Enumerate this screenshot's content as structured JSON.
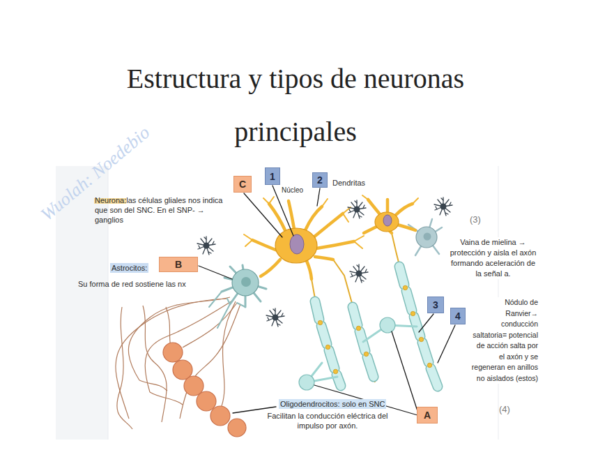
{
  "diagram": {
    "title": "Estructura y tipos de neuronas principales",
    "nodes": [
      {
        "text": [
          "1"
        ]
      },
      {
        "text": [
          "2"
        ]
      },
      {
        "text": [
          "C"
        ]
      },
      {
        "text": [
          "B"
        ]
      },
      {
        "text": [
          "3"
        ]
      },
      {
        "text": [
          "4"
        ]
      },
      {
        "text": [
          "A"
        ]
      }
    ],
    "labels": [
      "Wuolah: Noedebio",
      "Neurona:las células gliales nos indica que son del SNC. En el SNP- → ganglios",
      "Núcleo",
      "Dendritas",
      "(3)",
      "Vaina de mielina → protección y aisla el axón formando aceleración de la señal a.",
      "Astrocitos:",
      "Su forma de red sostiene las nx",
      "Nódulo de Ranvier→ conducción saltatoria= potencial de acción salta por el axón y se regeneran en anillos no aislados (estos)",
      "Oligodendrocitos: solo en SNC",
      "Facilitan la conducción eléctrica del impulso por axón.",
      "(4)"
    ]
  }
}
